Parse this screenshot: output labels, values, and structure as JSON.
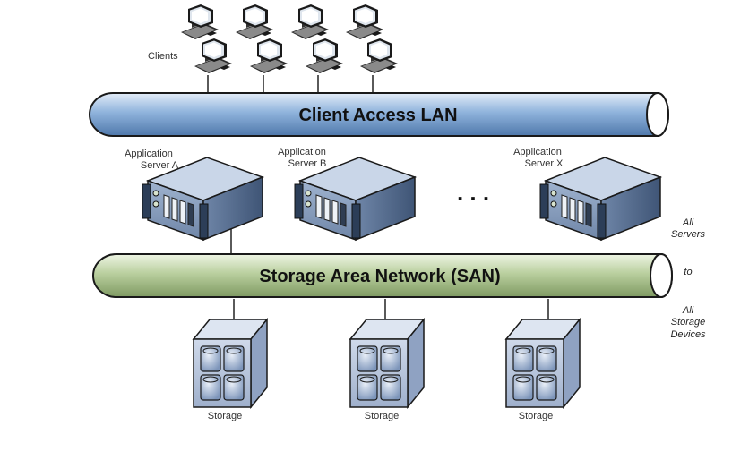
{
  "diagram": {
    "clients_label": "Clients",
    "lan_label": "Client Access LAN",
    "san_label": "Storage Area Network (SAN)",
    "servers": [
      {
        "line1": "Application",
        "line2": "Server A"
      },
      {
        "line1": "Application",
        "line2": "Server B"
      },
      {
        "line1": "Application",
        "line2": "Server X"
      }
    ],
    "ellipsis": ". . .",
    "side_note": {
      "line1": "All",
      "line2": "Servers",
      "line3": "to",
      "line4": "All",
      "line5": "Storage",
      "line6": "Devices"
    },
    "storage": [
      {
        "label": "Storage"
      },
      {
        "label": "Storage"
      },
      {
        "label": "Storage"
      }
    ],
    "colors": {
      "lan_pipe": "#8fb3dc",
      "san_pipe": "#b9cf9e",
      "device_face": "#b8c6dd",
      "device_dark": "#3d4f6b",
      "outline": "#1a1a1a"
    }
  }
}
